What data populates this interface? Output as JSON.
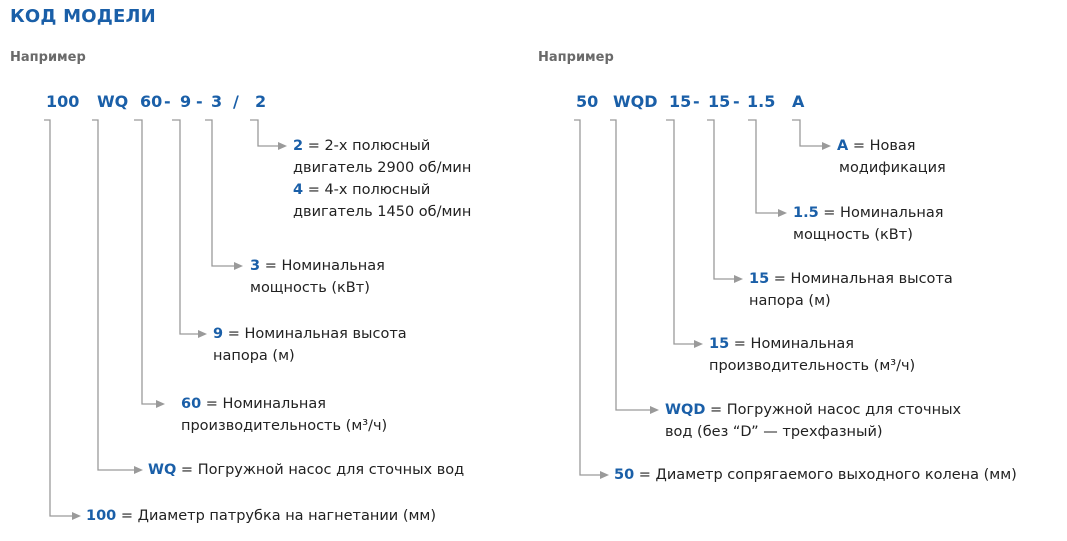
{
  "title": "КОД МОДЕЛИ",
  "left": {
    "example_label": "Например",
    "code": {
      "p1": "100",
      "p2": "WQ",
      "p3": "60",
      "d1": "-",
      "p4": "9",
      "d2": "-",
      "p5": "3",
      "slash": "/",
      "p6": "2"
    },
    "items": [
      {
        "key": "2",
        "text": " = 2-х полюсный"
      },
      {
        "text": "двигатель 2900 об/мин"
      },
      {
        "key": "4",
        "text": " = 4-х полюсный"
      },
      {
        "text": "двигатель 1450 об/мин"
      },
      {
        "key": "3",
        "text": " = Номинальная"
      },
      {
        "text": "мощность (кВт)"
      },
      {
        "key": "9",
        "text": " = Номинальная высота"
      },
      {
        "text": "напора (м)"
      },
      {
        "key": "60",
        "text": " = Номинальная"
      },
      {
        "text": "производительность (м³/ч)"
      },
      {
        "key": "WQ",
        "text": " = Погружной насос для сточных вод"
      },
      {
        "key": "100",
        "text": " = Диаметр патрубка на нагнетании (мм)"
      }
    ]
  },
  "right": {
    "example_label": "Например",
    "code": {
      "p1": "50",
      "p2": "WQD",
      "p3": "15",
      "d1": "-",
      "p4": "15",
      "d2": "-",
      "p5": "1.5",
      "p6": "A"
    },
    "items": [
      {
        "key": "A",
        "text": " = Новая"
      },
      {
        "text": "модификация"
      },
      {
        "key": "1.5",
        "text": " = Номинальная"
      },
      {
        "text": "мощность (кВт)"
      },
      {
        "key": "15",
        "text": " = Номинальная высота"
      },
      {
        "text": "напора (м)"
      },
      {
        "key": "15",
        "text": " = Номинальная"
      },
      {
        "text": "производительность (м³/ч)"
      },
      {
        "key": "WQD",
        "text": " = Погружной насос для сточных"
      },
      {
        "text": "вод (без “D” — трехфазный)"
      },
      {
        "key": "50",
        "text": " = Диаметр сопрягаемого выходного колена (мм)"
      }
    ]
  }
}
